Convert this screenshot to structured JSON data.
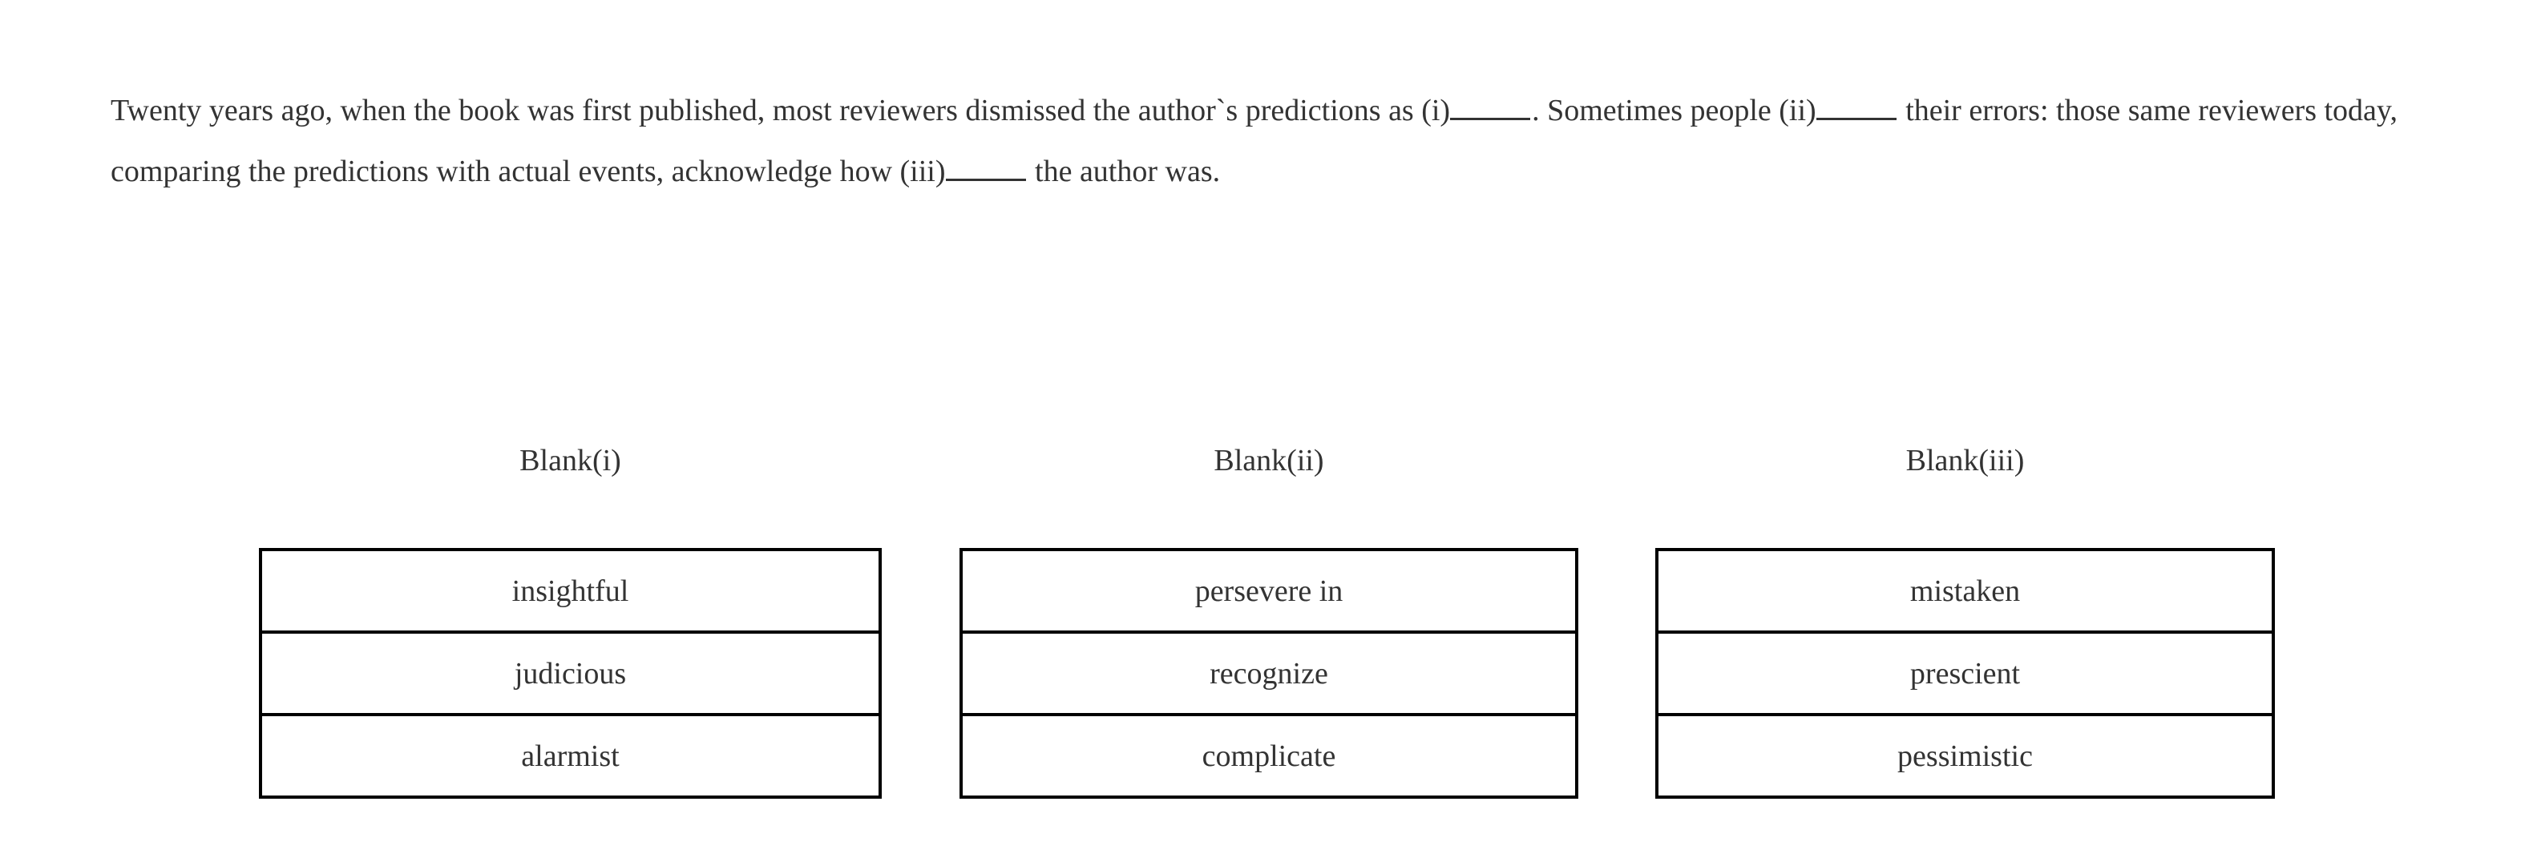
{
  "colors": {
    "background": "#ffffff",
    "text": "#333333",
    "table_border": "#000000"
  },
  "question": {
    "segments": [
      {
        "type": "text",
        "value": "Twenty years ago, when the book was first published, most reviewers dismissed the author`s predictions as (i)"
      },
      {
        "type": "blank",
        "value": "_____",
        "label": "i"
      },
      {
        "type": "text",
        "value": ". Sometimes people (ii)"
      },
      {
        "type": "blank",
        "value": "_____",
        "label": "ii"
      },
      {
        "type": "text",
        "value": " their errors: those same reviewers today, comparing the predictions with actual events, acknowledge how (iii)"
      },
      {
        "type": "blank",
        "value": "_____",
        "label": "iii"
      },
      {
        "type": "text",
        "value": " the author was."
      }
    ],
    "plain_text": "Twenty years ago, when the book was first published, most reviewers dismissed the author`s predictions as (i)_____. Sometimes people (ii)_____ their errors: those same reviewers today, comparing the predictions with actual events, acknowledge how (iii)_____ the author was."
  },
  "answer_groups": [
    {
      "id": "blank-1",
      "label": "Blank(i)",
      "options": [
        {
          "index": 0,
          "text": "insightful"
        },
        {
          "index": 1,
          "text": "judicious"
        },
        {
          "index": 2,
          "text": "alarmist"
        }
      ]
    },
    {
      "id": "blank-2",
      "label": "Blank(ii)",
      "options": [
        {
          "index": 0,
          "text": "persevere in"
        },
        {
          "index": 1,
          "text": "recognize"
        },
        {
          "index": 2,
          "text": "complicate"
        }
      ]
    },
    {
      "id": "blank-3",
      "label": "Blank(iii)",
      "options": [
        {
          "index": 0,
          "text": "mistaken"
        },
        {
          "index": 1,
          "text": "prescient"
        },
        {
          "index": 2,
          "text": "pessimistic"
        }
      ]
    }
  ]
}
